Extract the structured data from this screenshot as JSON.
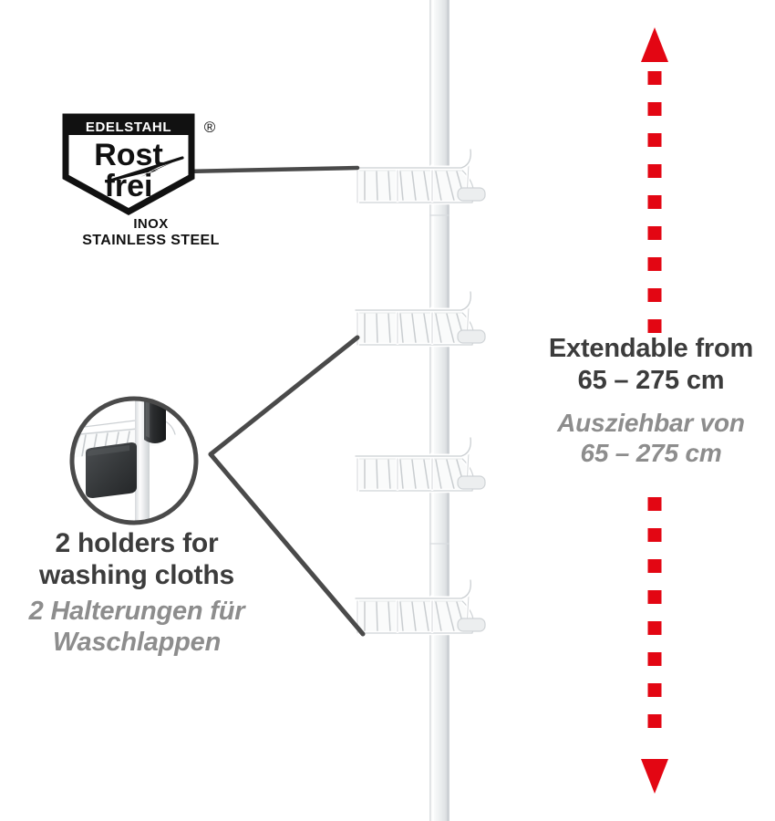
{
  "badge": {
    "top_label": "EDELSTAHL",
    "registered_mark": "®",
    "line1": "Rost",
    "line2": "frei",
    "sub_line1": "INOX",
    "sub_line2": "STAINLESS STEEL",
    "color": "#111111"
  },
  "feature_left": {
    "en_line1": "2 holders for",
    "en_line2": "washing cloths",
    "de_line1": "2 Halterungen für",
    "de_line2": "Waschlappen",
    "en_color": "#3c3c3c",
    "de_color": "#8d8d8d"
  },
  "feature_right": {
    "en_line1": "Extendable from",
    "en_line2": "65 – 275 cm",
    "de_line1": "Ausziehbar von",
    "de_line2": "65 – 275 cm",
    "en_color": "#3c3c3c",
    "de_color": "#8d8d8d"
  },
  "extend_arrow": {
    "color": "#e30613",
    "min_cm": 65,
    "max_cm": 275,
    "style": "double-headed-dashed-vertical"
  },
  "product": {
    "type": "telescopic-corner-shower-caddy",
    "pole_color": "#e9ebec",
    "shelf_color": "#f2f3f4",
    "shelf_count": 4,
    "holder_color": "#3a3c3e"
  },
  "leader_lines": {
    "color": "#4a4a4a"
  },
  "detail_inset": {
    "ring_color": "#4a4a4a",
    "cloth_holder_color": "#3a3c3e",
    "bottle_color": "#2e3032"
  }
}
